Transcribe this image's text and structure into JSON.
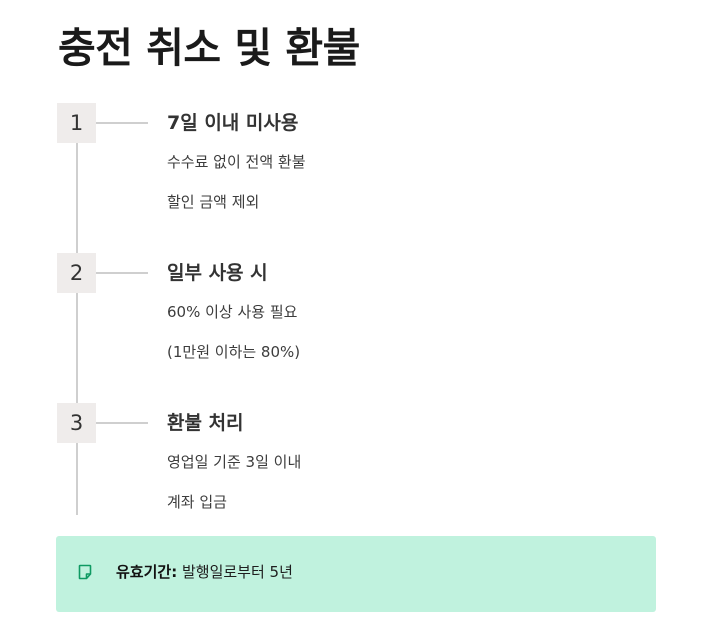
{
  "page": {
    "title": "충전 취소 및 환불"
  },
  "steps": [
    {
      "number": "1",
      "heading": "7일 이내 미사용",
      "lines": [
        "수수료 없이 전액 환불",
        "할인 금액 제외"
      ]
    },
    {
      "number": "2",
      "heading": "일부 사용 시",
      "lines": [
        "60% 이상 사용 필요",
        "(1만원 이하는 80%)"
      ]
    },
    {
      "number": "3",
      "heading": "환불 처리",
      "lines": [
        "영업일 기준 3일 이내",
        "계좌 입금"
      ]
    }
  ],
  "note": {
    "icon": "note-icon",
    "label": "유효기간:",
    "text": "발행일로부터 5년"
  },
  "colors": {
    "note_background": "#c0f2de",
    "note_icon": "#0f9a63",
    "number_badge": "#efeceb",
    "timeline": "#cfcfcf"
  }
}
